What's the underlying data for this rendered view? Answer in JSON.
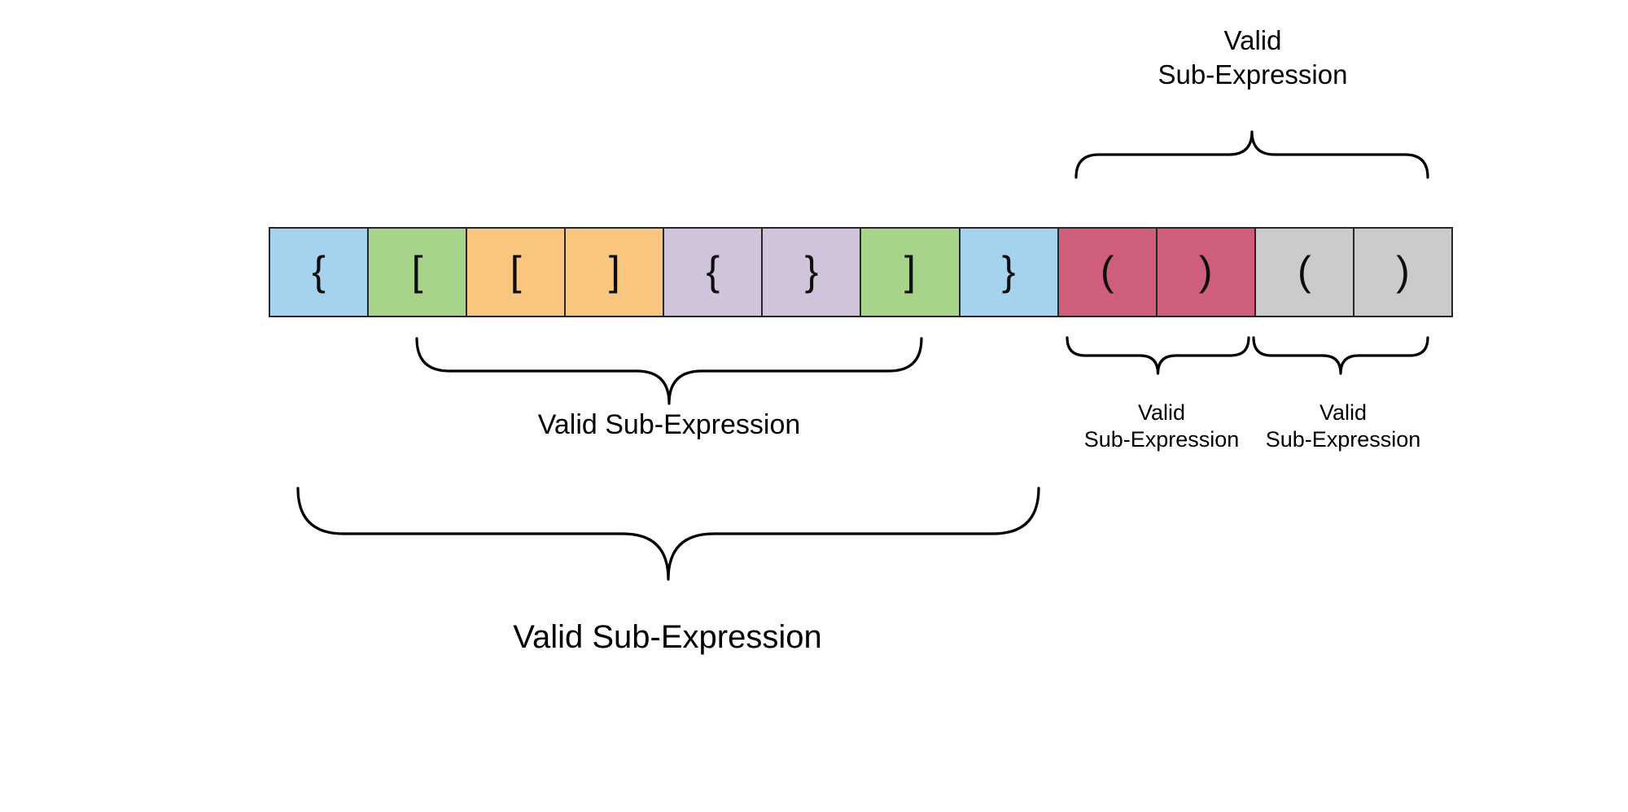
{
  "diagram": {
    "description": "Bracket sequence with valid sub-expressions marked by curly braces",
    "sequence": "{ [ [ ] { } ] } ( ) ( )"
  },
  "colors": {
    "blue": "#a5d3ef",
    "green": "#a8d489",
    "orange": "#f8c67e",
    "purple": "#d0c4da",
    "red": "#cf5e7c",
    "gray": "#cbcbcb",
    "cell_border": "#262626",
    "brace_stroke": "#000000",
    "text": "#000000"
  },
  "cells": [
    {
      "char": "{",
      "color": "blue"
    },
    {
      "char": "[",
      "color": "green"
    },
    {
      "char": "[",
      "color": "orange"
    },
    {
      "char": "]",
      "color": "orange"
    },
    {
      "char": "{",
      "color": "purple"
    },
    {
      "char": "}",
      "color": "purple"
    },
    {
      "char": "]",
      "color": "green"
    },
    {
      "char": "}",
      "color": "blue"
    },
    {
      "char": "(",
      "color": "red"
    },
    {
      "char": ")",
      "color": "red"
    },
    {
      "char": "(",
      "color": "gray"
    },
    {
      "char": ")",
      "color": "gray"
    }
  ],
  "annotations": {
    "top_group": {
      "label": "Valid\nSub-Expression",
      "cells": "9-12",
      "position": "above"
    },
    "middle_group": {
      "label": "Valid Sub-Expression",
      "cells": "2-7",
      "position": "below"
    },
    "full_group": {
      "label": "Valid Sub-Expression",
      "cells": "1-8",
      "position": "below"
    },
    "red_pair": {
      "label": "Valid\nSub-Expression",
      "cells": "9-10",
      "position": "below"
    },
    "gray_pair": {
      "label": "Valid\nSub-Expression",
      "cells": "11-12",
      "position": "below"
    }
  }
}
